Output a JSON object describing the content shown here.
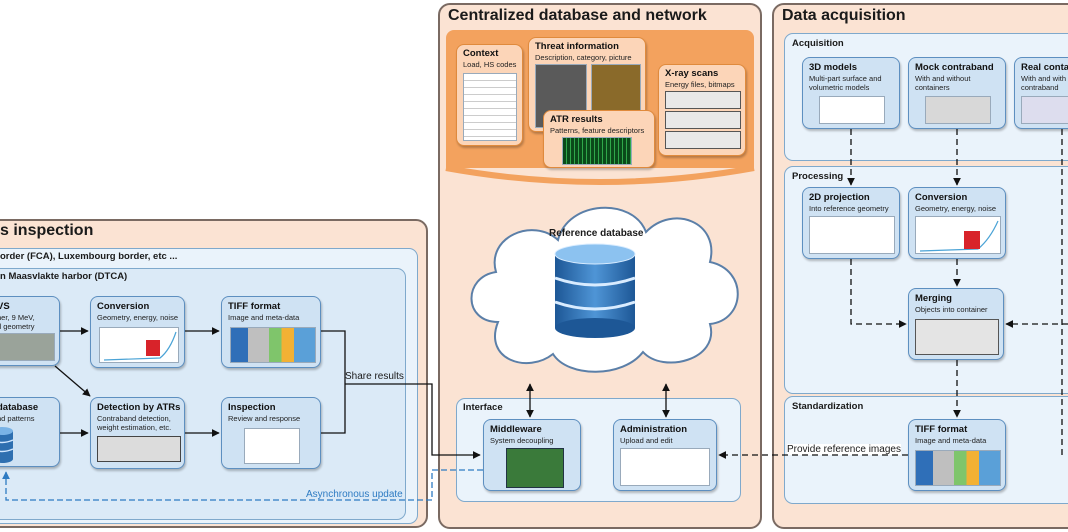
{
  "left": {
    "title": "s inspection",
    "outer": "order (FCA), Luxembourg border, etc ...",
    "inner": "n Maasvlakte harbor (DTCA)",
    "vs": {
      "t": "VS",
      "d1": "ner, 9 MeV,",
      "d2": "d geometry"
    },
    "db": {
      "t": "database",
      "d1": "nd patterns"
    },
    "conv": {
      "t": "Conversion",
      "d1": "Geometry, energy, noise"
    },
    "tiff": {
      "t": "TIFF format",
      "d1": "Image and meta-data"
    },
    "atr": {
      "t": "Detection by ATRs",
      "d1": "Contraband detection,",
      "d2": "weight estimation, etc."
    },
    "insp": {
      "t": "Inspection",
      "d1": "Review and response"
    },
    "share": "Share results",
    "async": "Asynchronous update"
  },
  "center": {
    "title": "Centralized database and network",
    "context": {
      "t": "Context",
      "d1": "Load, HS codes"
    },
    "threat": {
      "t": "Threat information",
      "d1": "Description, category, picture"
    },
    "xray": {
      "t": "X-ray scans",
      "d1": "Energy files, bitmaps"
    },
    "atrres": {
      "t": "ATR results",
      "d1": "Patterns, feature descriptors"
    },
    "refdb": "Reference database",
    "interface": "Interface",
    "mw": {
      "t": "Middleware",
      "d1": "System decoupling"
    },
    "admin": {
      "t": "Administration",
      "d1": "Upload and edit"
    }
  },
  "right": {
    "title": "Data acquisition",
    "acq": "Acquisition",
    "m3d": {
      "t": "3D models",
      "d1": "Multi-part surface and",
      "d2": "volumetric models"
    },
    "mock": {
      "t": "Mock contraband",
      "d1": "With and without",
      "d2": "containers"
    },
    "real": {
      "t": "Real conta",
      "d1": "With and with",
      "d2": "contraband"
    },
    "proc": "Processing",
    "proj": {
      "t": "2D projection",
      "d1": "Into reference geometry"
    },
    "conv": {
      "t": "Conversion",
      "d1": "Geometry, energy, noise"
    },
    "merge": {
      "t": "Merging",
      "d1": "Objects into container"
    },
    "std": "Standardization",
    "tiff": {
      "t": "TIFF format",
      "d1": "Image and meta-data"
    },
    "provide": "Provide reference images"
  },
  "colors": {
    "panel": "#fbe3d3",
    "card": "#cfe2f3",
    "orange": "#f3a25e",
    "db": "#2e6fb0"
  }
}
